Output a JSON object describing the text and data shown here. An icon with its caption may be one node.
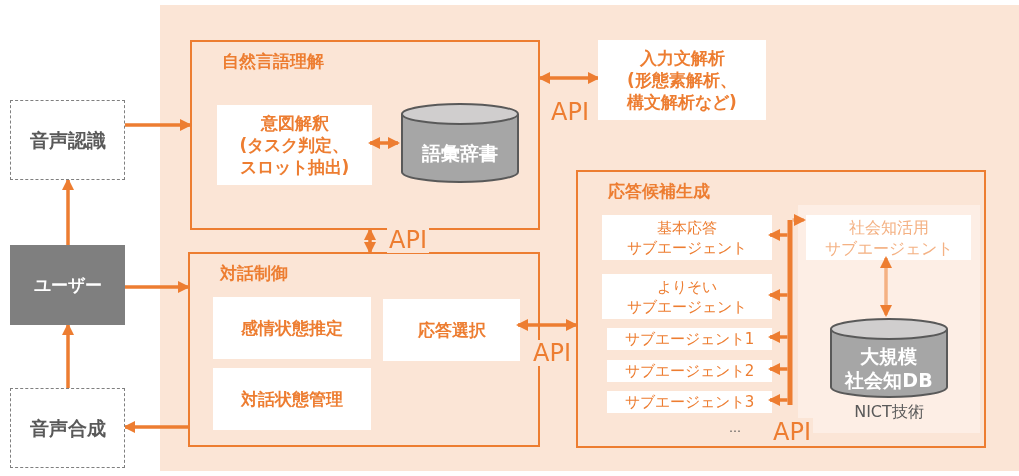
{
  "diagram": {
    "nodes": [
      {
        "text": [
          "音声認識"
        ]
      },
      {
        "text": [
          "ユーザー"
        ]
      },
      {
        "text": [
          "音声合成"
        ]
      },
      {
        "text": [
          "自然言語理解"
        ]
      },
      {
        "text": [
          "意図解釈(タスク判定、スロット抽出)"
        ],
        "in": 3
      },
      {
        "text": [
          "語彙辞書"
        ],
        "in": 3
      },
      {
        "text": [
          "入力文解析(形態素解析、構文解析など)"
        ]
      },
      {
        "text": [
          "対話制御"
        ]
      },
      {
        "text": [
          "感情状態推定"
        ],
        "in": 7
      },
      {
        "text": [
          "応答選択"
        ],
        "in": 7
      },
      {
        "text": [
          "対話状態管理"
        ],
        "in": 7
      },
      {
        "text": [
          "応答候補生成"
        ]
      },
      {
        "text": [
          "基本応答サブエージェント"
        ],
        "in": 11
      },
      {
        "text": [
          "よりそいサブエージェント"
        ],
        "in": 11
      },
      {
        "text": [
          "サブエージェント1"
        ],
        "in": 11
      },
      {
        "text": [
          "サブエージェント2"
        ],
        "in": 11
      },
      {
        "text": [
          "サブエージェント3"
        ],
        "in": 11
      },
      {
        "text": [
          "社会知活用サブエージェント"
        ],
        "in": 11
      },
      {
        "text": [
          "大規模社会知DB"
        ],
        "beside": [
          "NICT技術"
        ],
        "in": 11
      }
    ],
    "edges": [
      {
        "from": 0,
        "to": 3,
        "arrow": "to"
      },
      {
        "from": 1,
        "to": 0,
        "arrow": "to"
      },
      {
        "from": 1,
        "to": 7,
        "arrow": "to"
      },
      {
        "from": 2,
        "to": 1,
        "arrow": "to"
      },
      {
        "from": 7,
        "to": 2,
        "arrow": "to"
      },
      {
        "from": 4,
        "to": 5,
        "arrow": "both"
      },
      {
        "from": 3,
        "to": 6,
        "arrow": "both",
        "label": "API"
      },
      {
        "from": 3,
        "to": 7,
        "arrow": "both",
        "label": "API"
      },
      {
        "from": 9,
        "to": 11,
        "arrow": "both",
        "label": "API"
      },
      {
        "from": null,
        "to": 12,
        "arrow": "to"
      },
      {
        "from": null,
        "to": 13,
        "arrow": "to"
      },
      {
        "from": null,
        "to": 14,
        "arrow": "to"
      },
      {
        "from": null,
        "to": 15,
        "arrow": "to"
      },
      {
        "from": null,
        "to": 16,
        "arrow": "to"
      },
      {
        "from": null,
        "to": 17,
        "arrow": "to",
        "color": "#f4b183"
      },
      {
        "from": 17,
        "to": 18,
        "arrow": "both",
        "color": "#f4b183"
      }
    ],
    "labels": [
      "…",
      "API"
    ]
  }
}
